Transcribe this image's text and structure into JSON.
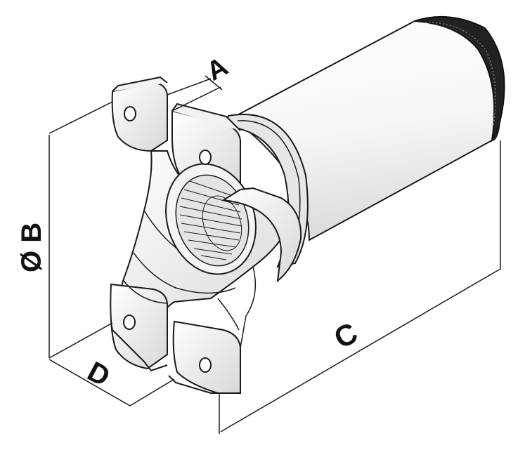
{
  "labels": {
    "a": "A",
    "b": "Ø B",
    "c": "C",
    "d": "D"
  },
  "colors": {
    "line": "#1a1a1a",
    "shade_light": "#e9e9e9",
    "shade_mid": "#cfcfcf",
    "shade_dark": "#2a2a2a",
    "knurl": "#111111"
  }
}
